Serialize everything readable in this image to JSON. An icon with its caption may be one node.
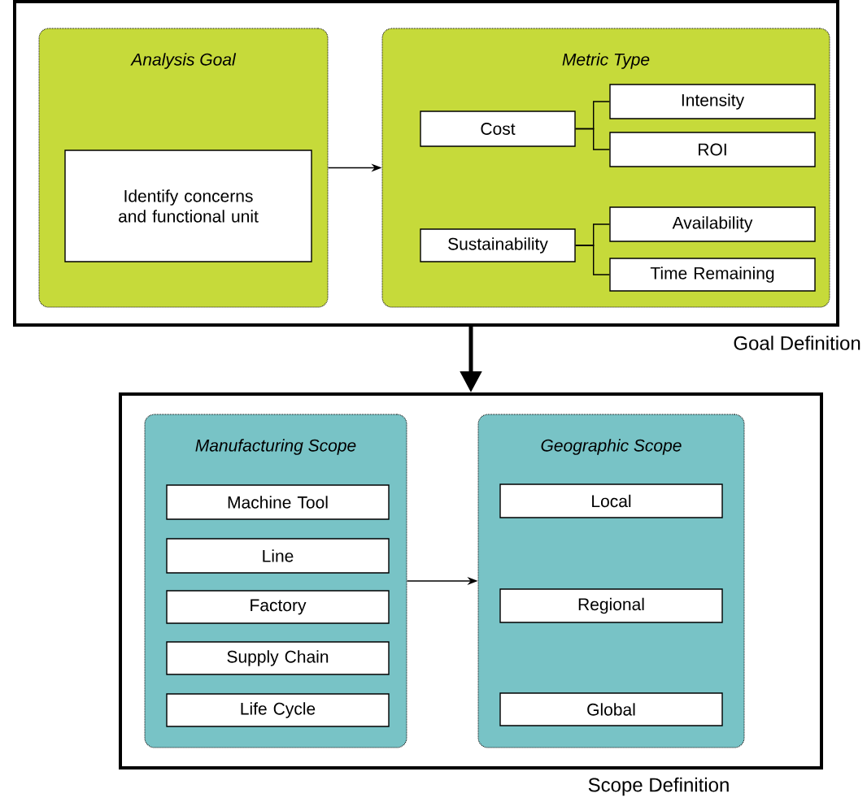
{
  "diagram": {
    "nodes": [
      {
        "text": [
          "Goal Definition"
        ]
      },
      {
        "text": [
          "Analysis Goal"
        ],
        "in": 0
      },
      {
        "text": [
          "Identify concerns and functional unit"
        ],
        "in": 1
      },
      {
        "text": [
          "Metric Type"
        ],
        "in": 0
      },
      {
        "text": [
          "Cost"
        ],
        "in": 3
      },
      {
        "text": [
          "Intensity"
        ],
        "in": 3
      },
      {
        "text": [
          "ROI"
        ],
        "in": 3
      },
      {
        "text": [
          "Sustainability"
        ],
        "in": 3
      },
      {
        "text": [
          "Availability"
        ],
        "in": 3
      },
      {
        "text": [
          "Time Remaining"
        ],
        "in": 3
      },
      {
        "text": [
          "Scope Definition"
        ]
      },
      {
        "text": [
          "Manufacturing Scope"
        ],
        "in": 10
      },
      {
        "text": [
          "Machine Tool"
        ],
        "in": 11
      },
      {
        "text": [
          "Line"
        ],
        "in": 11
      },
      {
        "text": [
          "Factory"
        ],
        "in": 11
      },
      {
        "text": [
          "Supply Chain"
        ],
        "in": 11
      },
      {
        "text": [
          "Life Cycle"
        ],
        "in": 11
      },
      {
        "text": [
          "Geographic Scope"
        ],
        "in": 10
      },
      {
        "text": [
          "Local"
        ],
        "in": 17
      },
      {
        "text": [
          "Regional"
        ],
        "in": 17
      },
      {
        "text": [
          "Global"
        ],
        "in": 17
      }
    ],
    "edges": [
      {
        "from": 1,
        "to": 3,
        "arrow": "to"
      },
      {
        "from": 4,
        "to": 5,
        "arrow": "none"
      },
      {
        "from": 4,
        "to": 6,
        "arrow": "none"
      },
      {
        "from": 7,
        "to": 8,
        "arrow": "none"
      },
      {
        "from": 7,
        "to": 9,
        "arrow": "none"
      },
      {
        "from": 0,
        "to": 10,
        "arrow": "to",
        "style": "thick"
      },
      {
        "from": 11,
        "to": 17,
        "arrow": "to"
      }
    ]
  }
}
